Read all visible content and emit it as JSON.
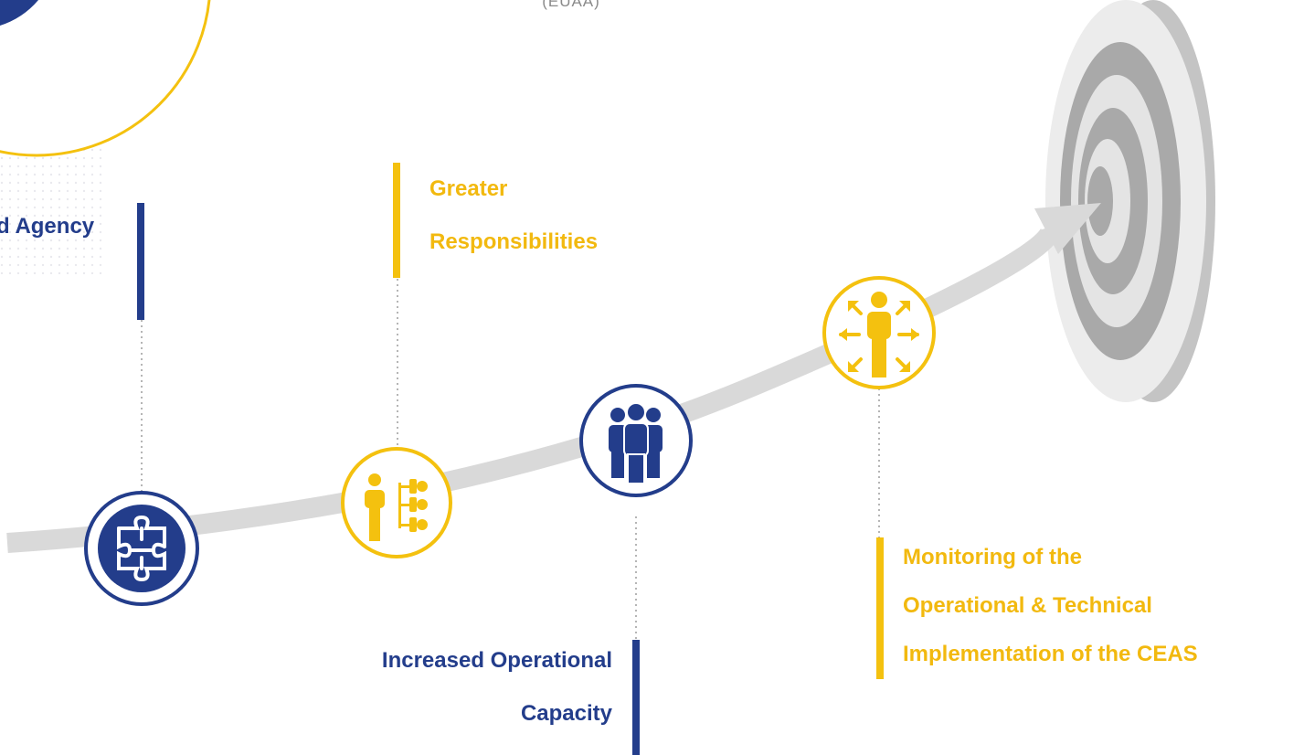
{
  "header": {
    "agency_abbrev": "(EUAA)"
  },
  "colors": {
    "navy": "#233d8b",
    "gold": "#f4c10f",
    "arrow": "#d9d9d9",
    "target_dark": "#a8a8a8",
    "target_light": "#e8e8e8"
  },
  "milestones": [
    {
      "icon": "puzzle-icon",
      "lines": [
        "d Agency"
      ],
      "color": "navy"
    },
    {
      "icon": "person-hierarchy-icon",
      "lines": [
        "Greater",
        "Responsibilities"
      ],
      "color": "gold"
    },
    {
      "icon": "team-people-icon",
      "lines": [
        "Increased Operational",
        "Capacity"
      ],
      "color": "navy"
    },
    {
      "icon": "person-expand-arrows-icon",
      "lines": [
        "Monitoring of the",
        "Operational & Technical",
        "Implementation of the CEAS"
      ],
      "color": "gold"
    }
  ],
  "target": {
    "icon": "target-bullseye-icon"
  }
}
